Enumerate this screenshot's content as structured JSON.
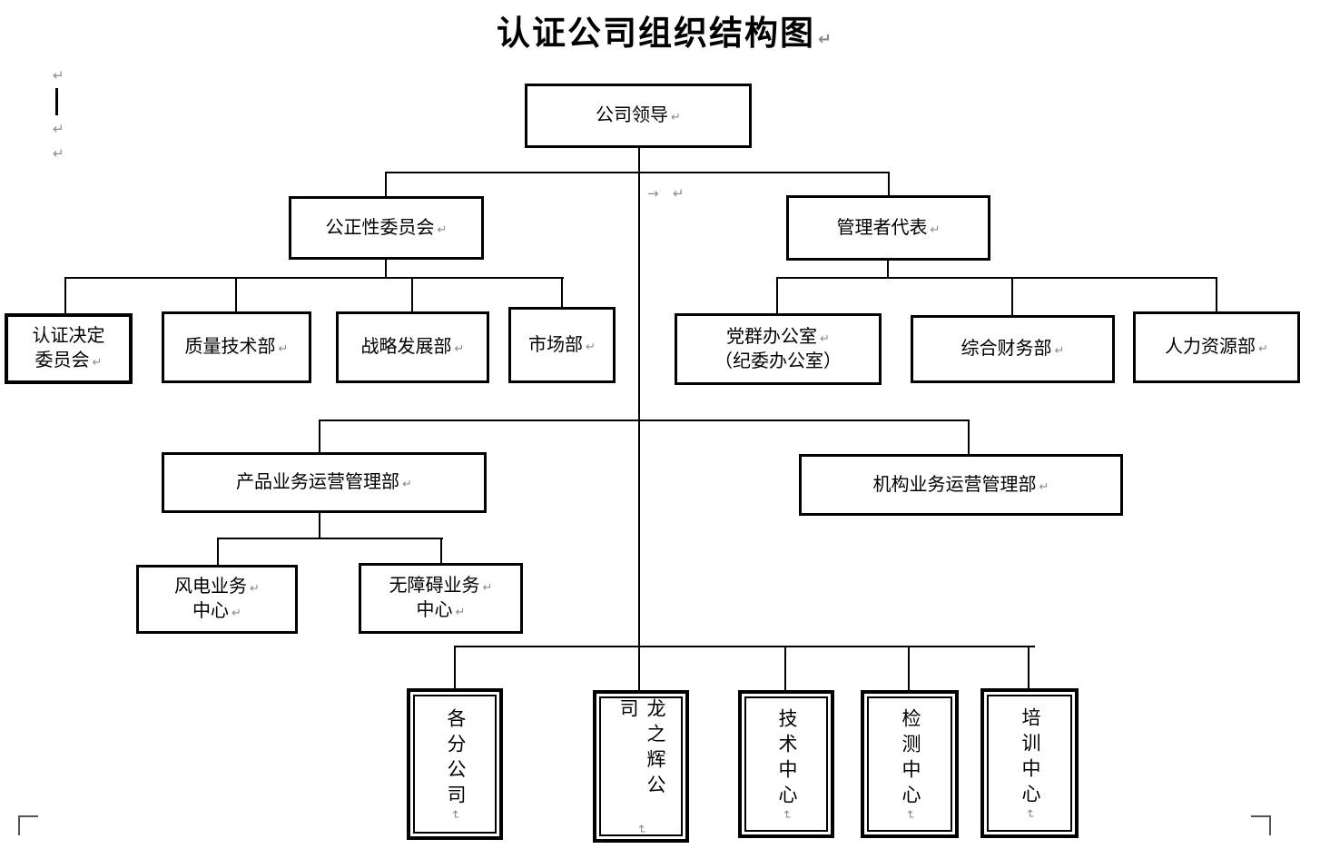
{
  "colors": {
    "border": "#000000",
    "background": "#ffffff",
    "mark": "#8a8a8a"
  },
  "title": {
    "text": "认证公司组织结构图",
    "mark": "↵"
  },
  "marks": {
    "pilcrow": "↵",
    "tab": "→"
  },
  "nodes": {
    "leadership": {
      "label": "公司领导",
      "mark": "↵"
    },
    "impartiality_committee": {
      "label": "公正性委员会",
      "mark": "↵"
    },
    "management_rep": {
      "label": "管理者代表",
      "mark": "↵"
    },
    "cert_decision_committee": {
      "line1": "认证决定",
      "line2": "委员会",
      "line2_mark": "↵"
    },
    "quality_tech_dept": {
      "label": "质量技术部",
      "mark": "↵"
    },
    "strategy_dev_dept": {
      "label": "战略发展部",
      "mark": "↵"
    },
    "marketing_dept": {
      "label": "市场部",
      "mark": "↵"
    },
    "party_office": {
      "line1": "党群办公室",
      "line1_mark": "↵",
      "line2": "（纪委办公室）"
    },
    "finance_dept": {
      "label": "综合财务部",
      "mark": "↵"
    },
    "hr_dept": {
      "label": "人力资源部",
      "mark": "↵"
    },
    "product_ops_dept": {
      "label": "产品业务运营管理部",
      "mark": "↵"
    },
    "institution_ops_dept": {
      "label": "机构业务运营管理部",
      "mark": "↵"
    },
    "wind_power_center": {
      "line1": "风电业务",
      "line1_mark": "↵",
      "line2": "中心",
      "line2_mark": "↵"
    },
    "accessibility_center": {
      "line1": "无障碍业务",
      "line1_mark": "↵",
      "line2": "中心",
      "line2_mark": "↵"
    },
    "branch_companies": {
      "label": "各分公司",
      "mark": "↵"
    },
    "longzhihui_company": {
      "label": "龙之辉公司",
      "mark": "↵"
    },
    "tech_center": {
      "label": "技术中心",
      "mark": "↵"
    },
    "testing_center": {
      "label": "检测中心",
      "mark": "↵"
    },
    "training_center": {
      "label": "培训中心",
      "mark": "↵"
    }
  }
}
